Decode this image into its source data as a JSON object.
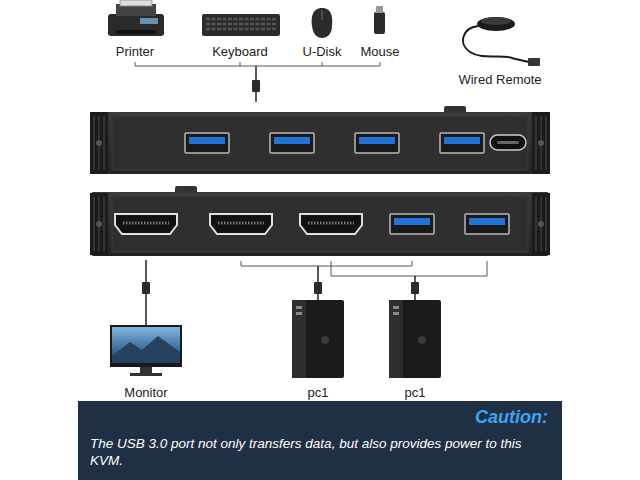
{
  "diagram": {
    "nodes": [
      {
        "text": [
          "Caution:",
          "The USB 3.0 port not only transfers data, but also provides power to this KVM."
        ]
      }
    ],
    "labels": [
      "Printer",
      "Keyboard",
      "U-Disk",
      "Mouse",
      "Wired Remote",
      "Monitor",
      "pc1",
      "pc1"
    ]
  }
}
